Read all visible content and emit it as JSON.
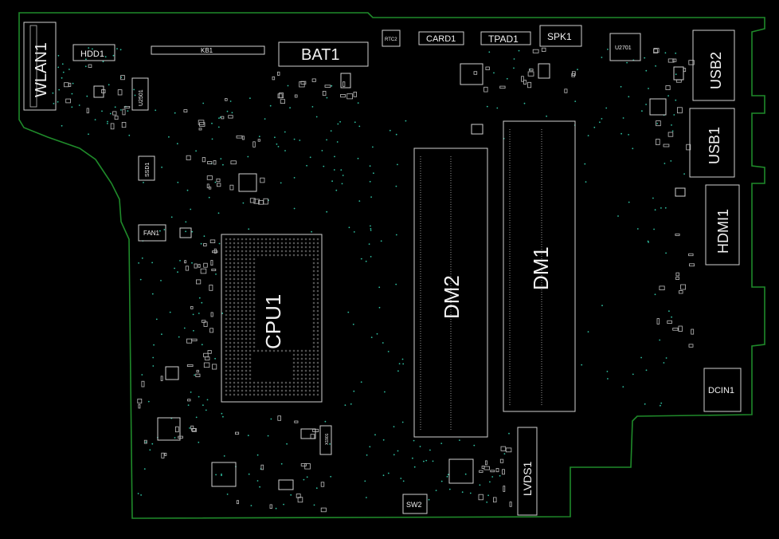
{
  "board": {
    "outline_color": "#1f8a2a",
    "background": "#000000",
    "components": {
      "wlan": "WLAN1",
      "hdd": "HDD1",
      "kb": "KB1",
      "bat": "BAT1",
      "rtc": "RTC2",
      "card": "CARD1",
      "tpad": "TPAD1",
      "spk": "SPK1",
      "u2701": "U2701",
      "usb2": "USB2",
      "usb1": "USB1",
      "u2501": "U2501",
      "ssd": "SSD1",
      "fan": "FAN1",
      "cpu": "CPU1",
      "dm2": "DM2",
      "dm1": "DM1",
      "hdmi": "HDMI1",
      "dcin": "DCIN1",
      "lvds": "LVDS1",
      "sw2": "SW2",
      "x1901": "X1901"
    }
  }
}
